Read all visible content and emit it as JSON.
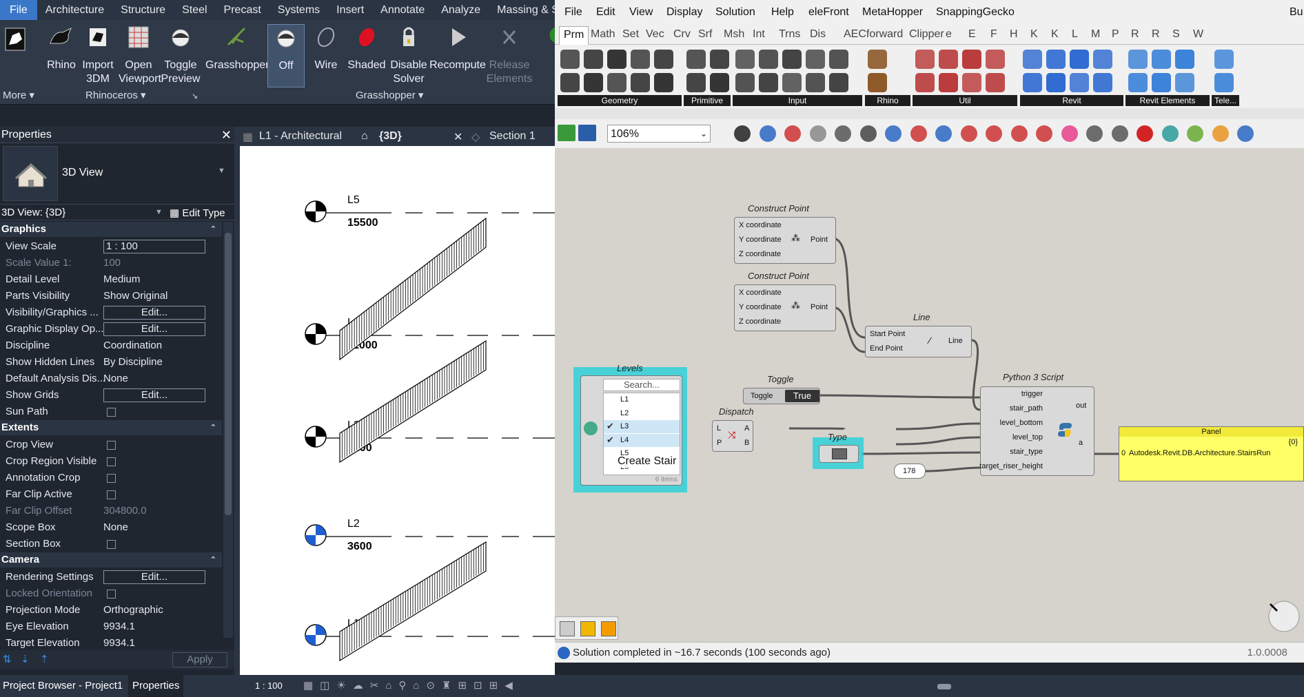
{
  "revit": {
    "tabs": [
      "File",
      "Architecture",
      "Structure",
      "Steel",
      "Precast",
      "Systems",
      "Insert",
      "Annotate",
      "Analyze",
      "Massing & Site"
    ],
    "buttons": {
      "rhino": "Rhino",
      "import3dm": "Import 3DM",
      "open_viewport": "Open Viewport",
      "toggle_preview": "Toggle Preview",
      "grasshopper": "Grasshopper",
      "off": "Off",
      "wire": "Wire",
      "shaded": "Shaded",
      "disable_solver": "Disable Solver",
      "recompute": "Recompute",
      "release_elements": "Release Elements"
    },
    "groups": {
      "more": "More",
      "rhinoceros": "Rhinoceros",
      "grasshopper": "Grasshopper"
    }
  },
  "properties": {
    "title": "Properties",
    "type_name": "3D View",
    "selector": "3D View: {3D}",
    "edit_type": "Edit Type",
    "apply": "Apply",
    "sections": {
      "graphics": "Graphics",
      "extents": "Extents",
      "camera": "Camera"
    },
    "graphics": [
      {
        "k": "View Scale",
        "v": "1 : 100"
      },
      {
        "k": "Scale Value    1:",
        "v": "100"
      },
      {
        "k": "Detail Level",
        "v": "Medium"
      },
      {
        "k": "Parts Visibility",
        "v": "Show Original"
      },
      {
        "k": "Visibility/Graphics ...",
        "v": "Edit..."
      },
      {
        "k": "Graphic Display Op...",
        "v": "Edit..."
      },
      {
        "k": "Discipline",
        "v": "Coordination"
      },
      {
        "k": "Show Hidden Lines",
        "v": "By Discipline"
      },
      {
        "k": "Default Analysis Dis...",
        "v": "None"
      },
      {
        "k": "Show Grids",
        "v": "Edit..."
      },
      {
        "k": "Sun Path",
        "v": ""
      }
    ],
    "extents": [
      {
        "k": "Crop View",
        "v": ""
      },
      {
        "k": "Crop Region Visible",
        "v": ""
      },
      {
        "k": "Annotation Crop",
        "v": ""
      },
      {
        "k": "Far Clip Active",
        "v": ""
      },
      {
        "k": "Far Clip Offset",
        "v": "304800.0"
      },
      {
        "k": "Scope Box",
        "v": "None"
      },
      {
        "k": "Section Box",
        "v": ""
      }
    ],
    "camera": [
      {
        "k": "Rendering Settings",
        "v": "Edit..."
      },
      {
        "k": "Locked Orientation",
        "v": ""
      },
      {
        "k": "Projection Mode",
        "v": "Orthographic"
      },
      {
        "k": "Eye Elevation",
        "v": "9934.1"
      },
      {
        "k": "Target Elevation",
        "v": "9934.1"
      }
    ]
  },
  "view_tabs": [
    "L1 - Architectural",
    "{3D}",
    "Section 1"
  ],
  "levels": [
    {
      "name": "L5",
      "elev": "15500"
    },
    {
      "name": "L4",
      "elev": "11000"
    },
    {
      "name": "L3",
      "elev": "7200"
    },
    {
      "name": "L2",
      "elev": "3600"
    },
    {
      "name": "L1",
      "elev": "0"
    }
  ],
  "bottom": {
    "project_browser": "Project Browser - Project1",
    "properties_tab": "Properties",
    "scale": "1 : 100"
  },
  "gh": {
    "menu": [
      "File",
      "Edit",
      "View",
      "Display",
      "Solution",
      "Help",
      "eleFront",
      "MetaHopper",
      "SnappingGecko",
      "Bu"
    ],
    "tabs": [
      "Prm",
      "Math",
      "Set",
      "Vec",
      "Crv",
      "Srf",
      "Msh",
      "Int",
      "Trns",
      "Dis",
      "AECforward",
      "Clipper",
      "e",
      "E",
      "F",
      "H",
      "K",
      "K",
      "L",
      "M",
      "P",
      "R",
      "R",
      "S",
      "W"
    ],
    "tool_groups": [
      "Geometry",
      "Primitive",
      "Input",
      "Rhino",
      "Util",
      "Revit",
      "Revit Elements",
      "Tele..."
    ],
    "zoom": "106%",
    "nodes": {
      "construct_point": "Construct Point",
      "x": "X coordinate",
      "y": "Y coordinate",
      "z": "Z coordinate",
      "point": "Point",
      "line": "Line",
      "start": "Start Point",
      "end": "End Point",
      "line_out": "Line",
      "toggle_title": "Toggle",
      "toggle_label": "Toggle",
      "toggle_value": "True",
      "levels_title": "Levels",
      "search": "Search...",
      "level_items": [
        "L1",
        "L2",
        "L3",
        "L4",
        "L5",
        "L6"
      ],
      "items_count": "6 items",
      "tooltip": "Create Stair",
      "dispatch": "Dispatch",
      "dl": "L",
      "dp": "P",
      "da": "A",
      "db": "B",
      "type": "Type",
      "number": "178",
      "python": "Python 3 Script",
      "py_inputs": [
        "trigger",
        "stair_path",
        "level_bottom",
        "level_top",
        "stair_type",
        "target_riser_height"
      ],
      "py_out": "out",
      "py_a": "a",
      "panel": "Panel",
      "panel_path": "{0}",
      "panel_index": "0",
      "panel_value": "Autodesk.Revit.DB.Architecture.StairsRun"
    },
    "status": "Solution completed in ~16.7 seconds (100 seconds ago)",
    "version": "1.0.0008"
  }
}
